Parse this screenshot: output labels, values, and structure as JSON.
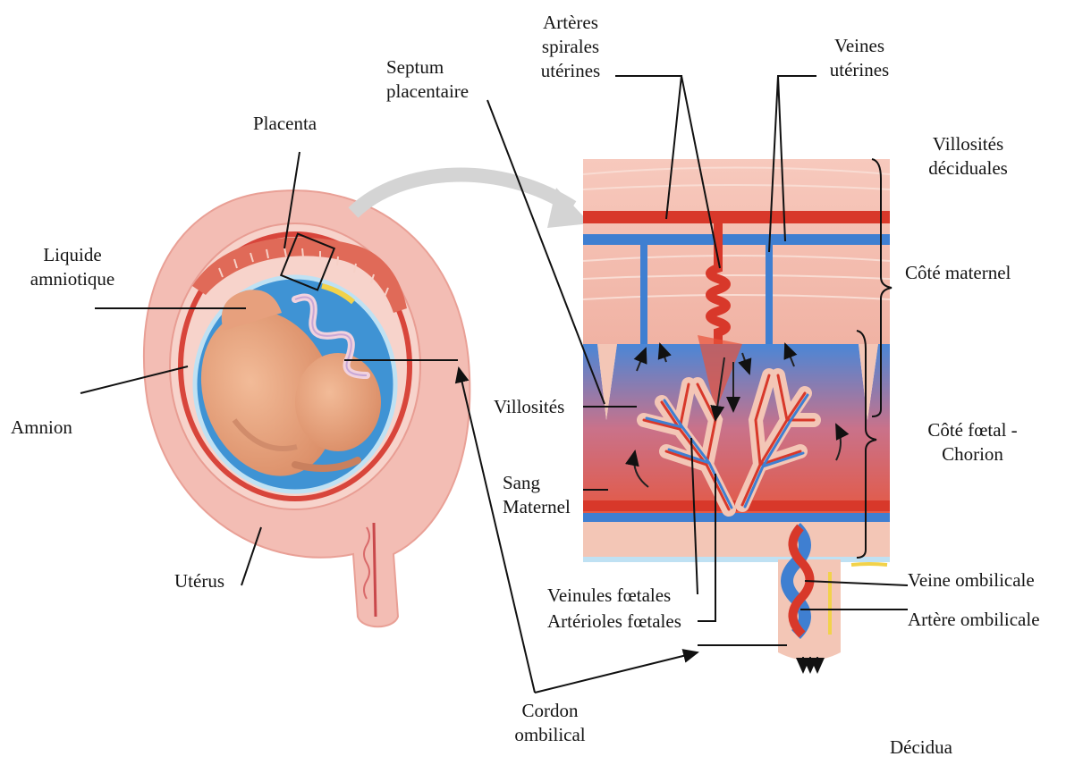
{
  "colors": {
    "uterus": "#f2b8ae",
    "uterus_dark": "#e58f86",
    "amniotic": "#3a8fd0",
    "fetus": "#e9a07c",
    "maternal_blood": "#e8523a",
    "vein_blue": "#3f7fd1",
    "artery_red": "#d8382a",
    "tissue": "#f3c6b6"
  },
  "labels": {
    "arteres_spirales": "Artères\nspirales\nutérines",
    "veines_uterines": "Veines\nutérines",
    "septum": "Septum\nplacentaire",
    "placenta": "Placenta",
    "villosites_deciduales": "Villosités\ndéciduales",
    "liquide": "Liquide\namniotique",
    "cote_maternel": "Côté maternel",
    "amnion": "Amnion",
    "villosites": "Villosités",
    "cote_foetal": "Côté fœtal -\nChorion",
    "sang": "Sang\nMaternel",
    "uterus": "Utérus",
    "veine_ombilicale": "Veine ombilicale",
    "veinules": "Veinules fœtales",
    "arterioles": "Artérioles fœtales",
    "artere_ombilicale": "Artère ombilicale",
    "cordon": "Cordon\nombilical",
    "decidua": "Décidua"
  }
}
